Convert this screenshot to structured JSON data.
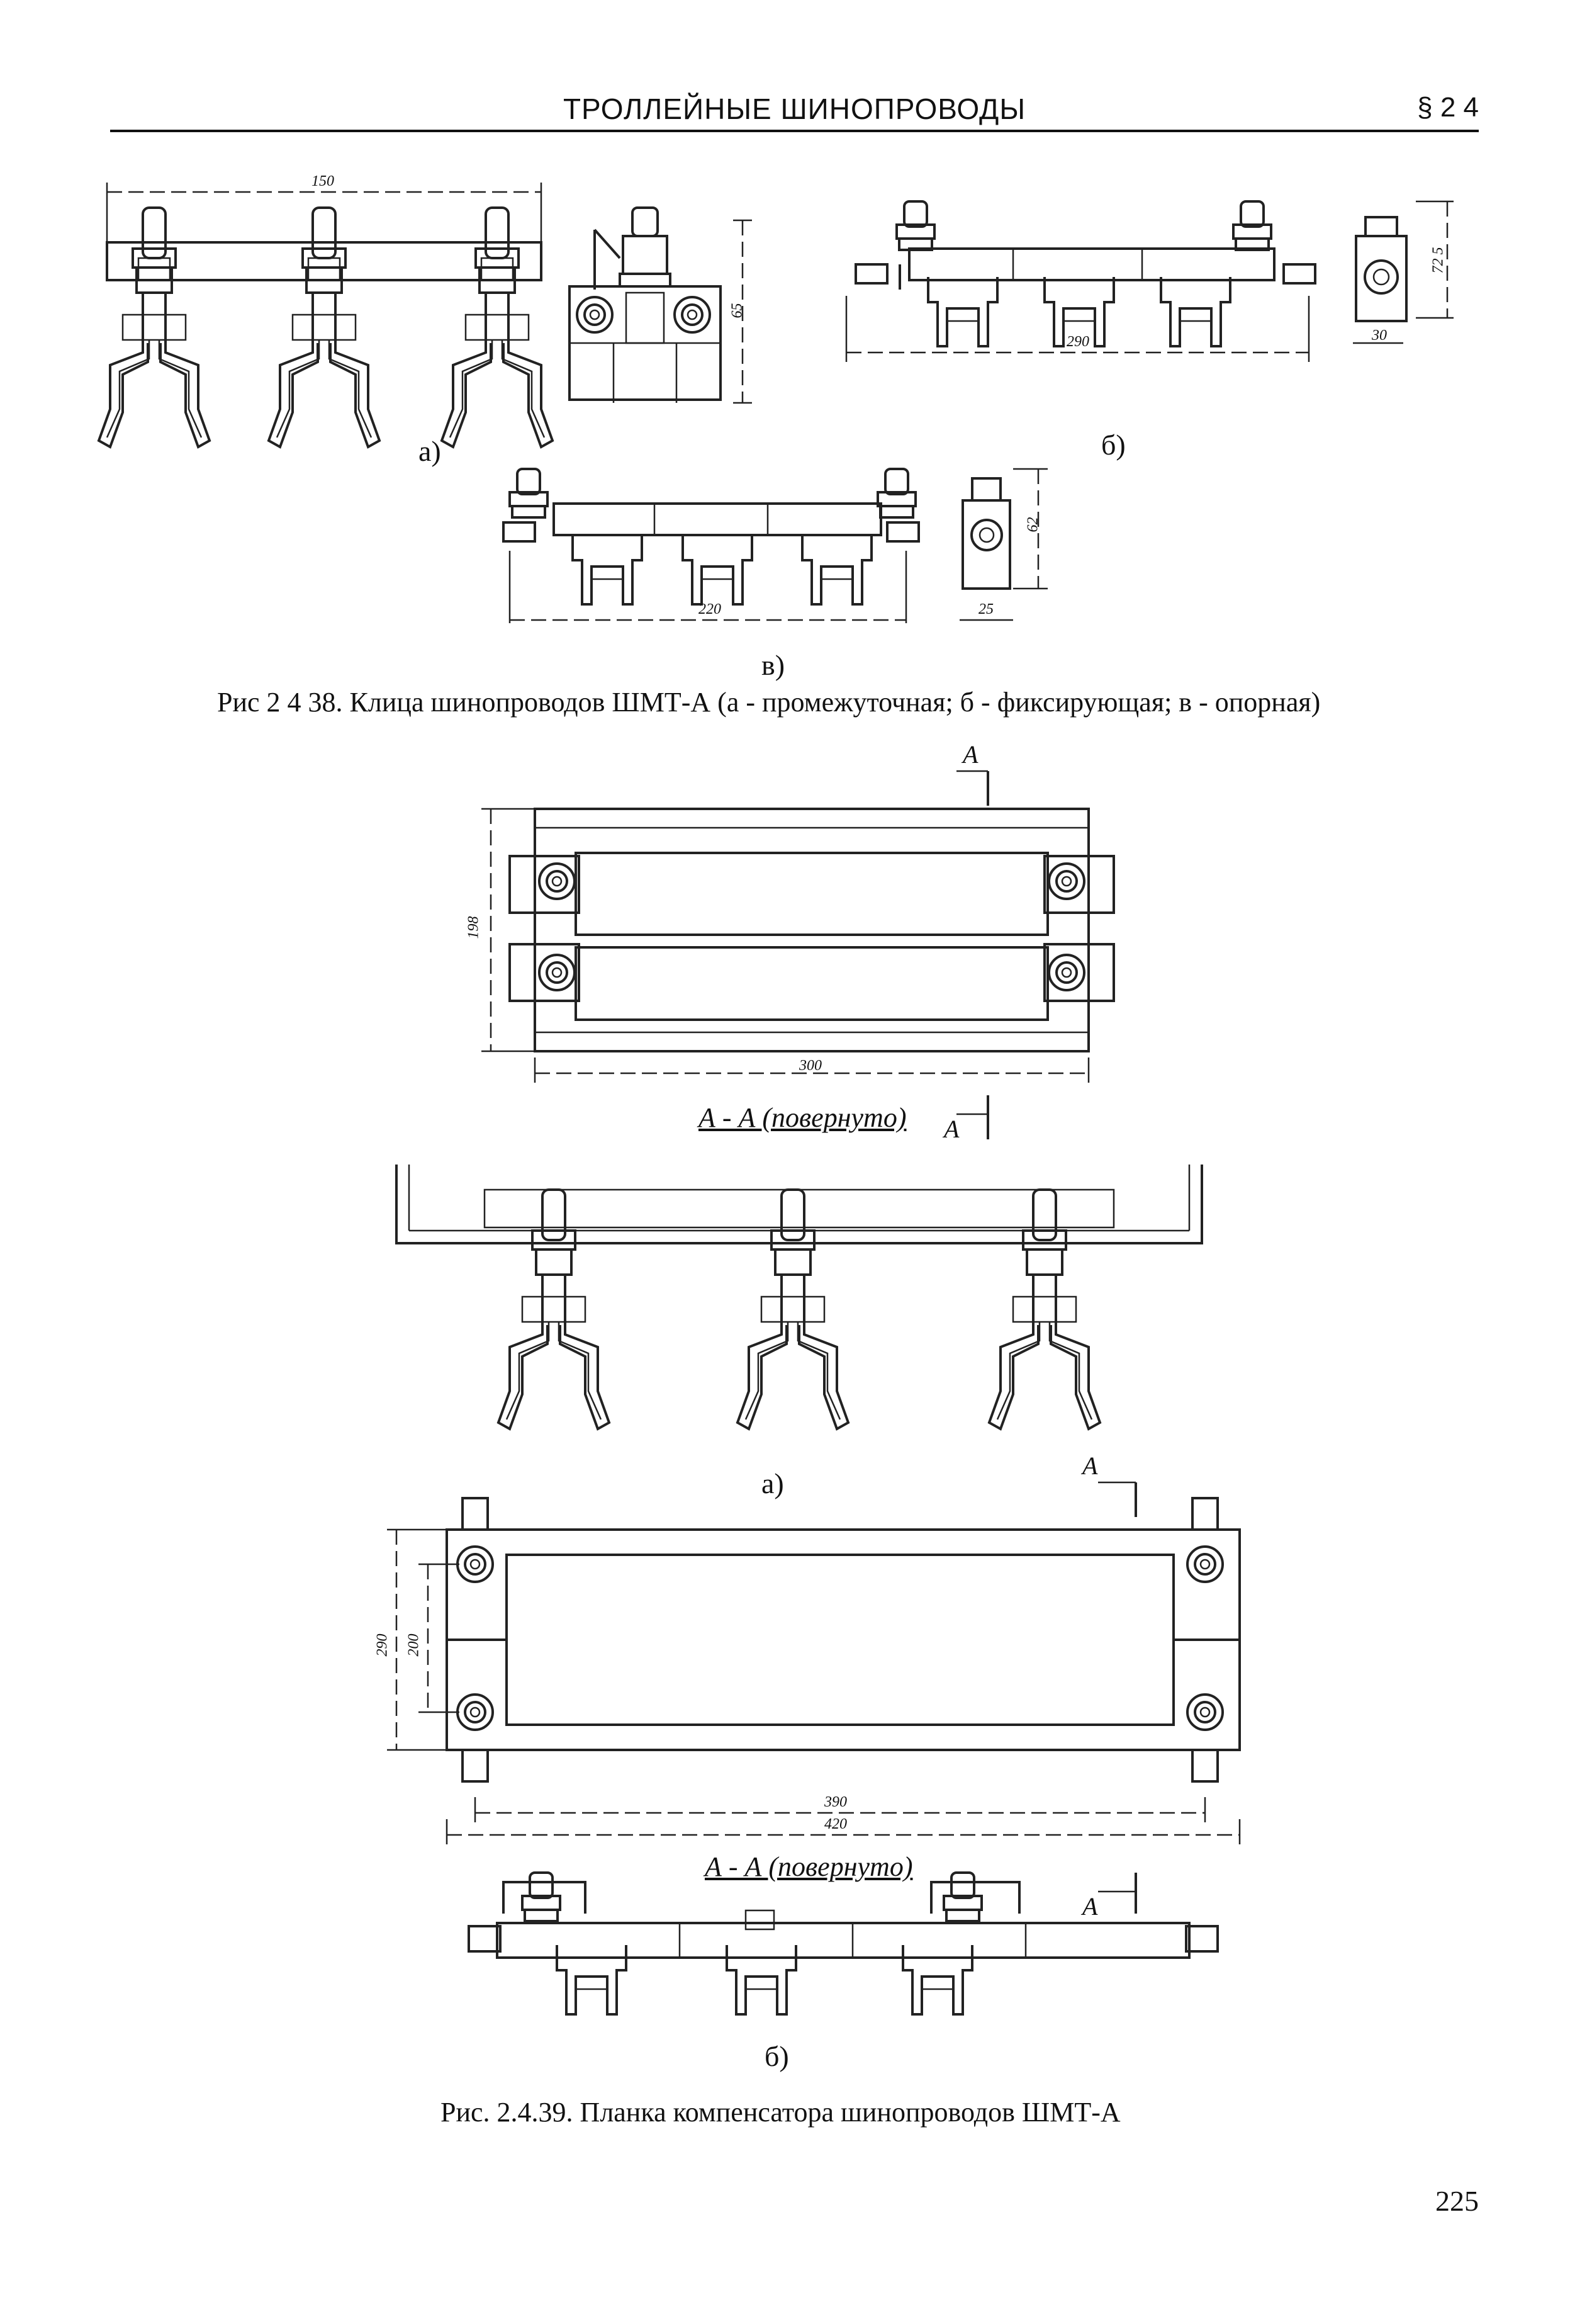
{
  "header": {
    "title": "ТРОЛЛЕЙНЫЕ ШИНОПРОВОДЫ",
    "section": "§ 2 4"
  },
  "figure_1": {
    "label_a": "а)",
    "label_b": "б)",
    "label_v": "в)",
    "dims": {
      "a_width": "150",
      "a_height": "65",
      "b_width": "290",
      "b_side_height": "72 5",
      "b_side_width": "30",
      "v_width": "220",
      "v_side_height": "62",
      "v_side_width": "25"
    },
    "caption": "Рис  2 4 38. Клица шинопроводов ШМТ-А (а - промежуточная; б - фиксирующая; в - опорная)"
  },
  "figure_2": {
    "section_mark": "А",
    "section_title_a": "А - А (повернуто)",
    "section_title_b": "А - А (повернуто)",
    "label_a": "а)",
    "label_b": "б)",
    "dims": {
      "a_height": "198",
      "a_width": "300",
      "b_height_outer": "290",
      "b_height_inner": "200",
      "b_width_inner": "390",
      "b_width_outer": "420"
    },
    "caption": "Рис. 2.4.39. Планка компенсатора шинопроводов ШМТ-А"
  },
  "page_number": "225"
}
